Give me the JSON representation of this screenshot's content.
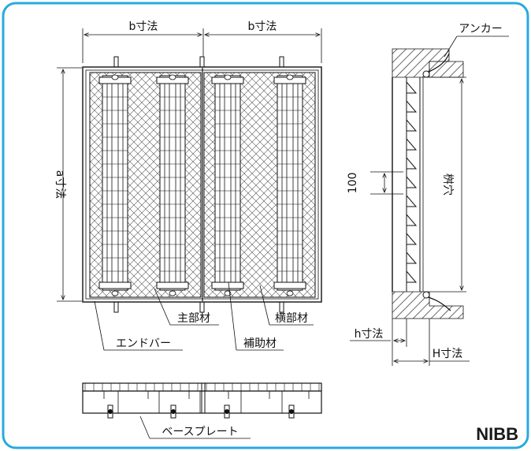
{
  "labels": {
    "b_dim_left": "b寸法",
    "b_dim_right": "b寸法",
    "a_dim": "a寸法",
    "anchor": "アンカー",
    "pit_hole": "桝穴",
    "dim_100": "100",
    "h_dim": "h寸法",
    "H_dim": "H寸法",
    "main_member": "主部材",
    "cross_member": "横部材",
    "end_bar": "エンドバー",
    "aux_member": "補助材",
    "base_plate": "ベースプレート"
  },
  "brand": "NIBB",
  "colors": {
    "frame_border": "#29a9df",
    "line": "#1a1a1a",
    "hatch": "#444444"
  }
}
